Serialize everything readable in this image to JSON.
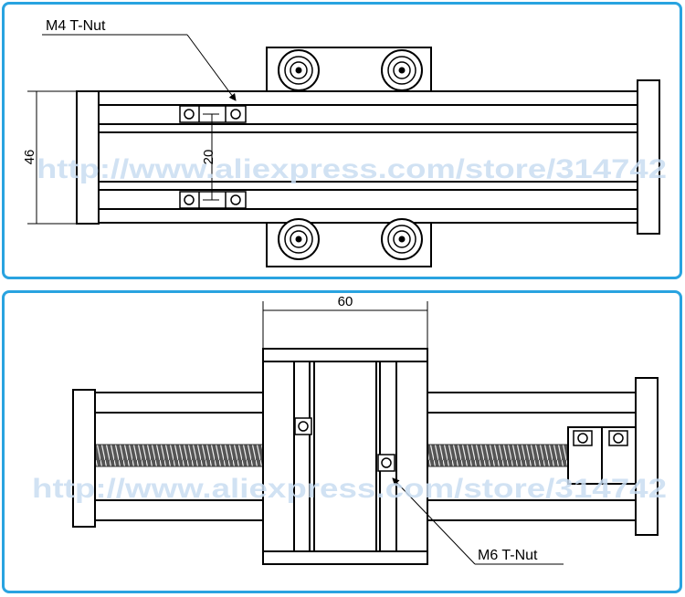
{
  "top_view": {
    "callout": "M4 T-Nut",
    "dim_height": "46",
    "dim_spacing": "20"
  },
  "side_view": {
    "callout": "M6 T-Nut",
    "dim_width": "60"
  },
  "watermark": "http://www.aliexpress.com/store/314742",
  "colors": {
    "panel_border": "#29a3e0",
    "line": "#000000",
    "watermark": "#c9ddf2"
  }
}
